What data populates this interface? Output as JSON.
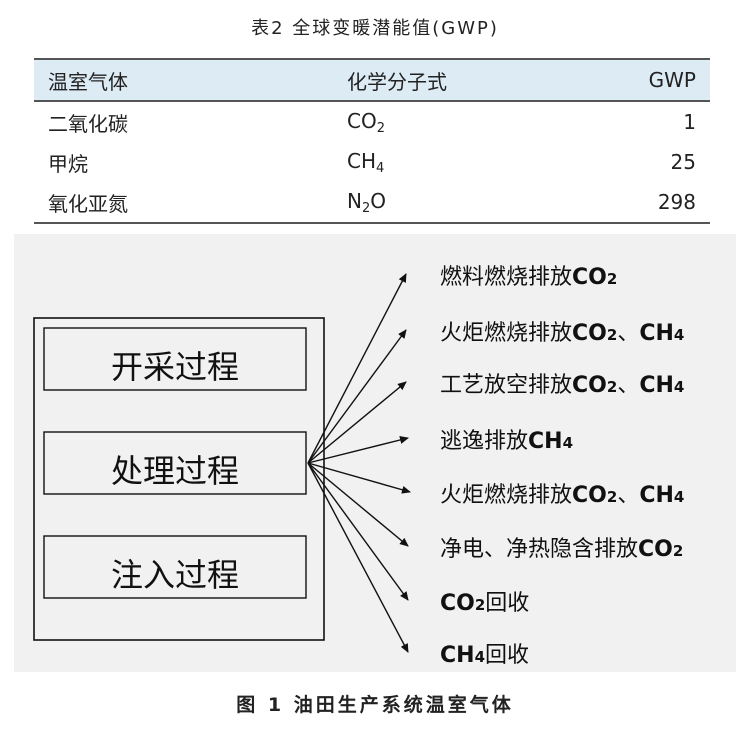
{
  "table": {
    "caption": "表2 全球变暖潜能值(GWP)",
    "headers": [
      "温室气体",
      "化学分子式",
      "GWP"
    ],
    "rows": [
      {
        "gas": "二氧化碳",
        "formula_base": "CO",
        "formula_sub": "2",
        "formula_tail": "",
        "gwp": "1"
      },
      {
        "gas": "甲烷",
        "formula_base": "CH",
        "formula_sub": "4",
        "formula_tail": "",
        "gwp": "25"
      },
      {
        "gas": "氧化亚氮",
        "formula_base": "N",
        "formula_sub": "2",
        "formula_tail": "O",
        "gwp": "298"
      }
    ],
    "header_bg_color": "#dcebf4"
  },
  "diagram": {
    "processes": [
      "开采过程",
      "处理过程",
      "注入过程"
    ],
    "emissions": [
      {
        "pre": "燃料燃烧排放",
        "items": [
          {
            "t": "CO",
            "s": "2"
          }
        ]
      },
      {
        "pre": "火炬燃烧排放",
        "items": [
          {
            "t": "CO",
            "s": "2"
          },
          {
            "sep": "、"
          },
          {
            "t": "CH",
            "s": "4"
          }
        ]
      },
      {
        "pre": "工艺放空排放",
        "items": [
          {
            "t": "CO",
            "s": "2"
          },
          {
            "sep": "、"
          },
          {
            "t": "CH",
            "s": "4"
          }
        ]
      },
      {
        "pre": "逃逸排放",
        "items": [
          {
            "t": "CH",
            "s": "4"
          }
        ]
      },
      {
        "pre": "火炬燃烧排放",
        "items": [
          {
            "t": "CO",
            "s": "2"
          },
          {
            "sep": "、"
          },
          {
            "t": "CH",
            "s": "4"
          }
        ]
      },
      {
        "pre": "净电、净热隐含排放",
        "items": [
          {
            "t": "CO",
            "s": "2"
          }
        ]
      },
      {
        "pre": "",
        "items": [
          {
            "t": "CO",
            "s": "2"
          }
        ],
        "post": "回收"
      },
      {
        "pre": "",
        "items": [
          {
            "t": "CH",
            "s": "4"
          }
        ],
        "post": "回收"
      }
    ],
    "panel_bg_color": "#f1f1f1"
  },
  "figure_caption": "图 1 油田生产系统温室气体"
}
